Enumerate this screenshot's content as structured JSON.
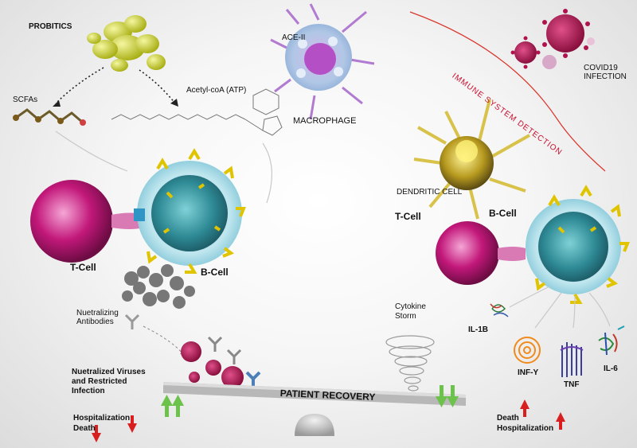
{
  "labels": {
    "probiotics": "PROBITICS",
    "scfas": "SCFAs",
    "acetyl": "Acetyl-coA (ATP)",
    "ace2": "ACE-II",
    "macrophage": "MACROPHAGE",
    "immune_detection": "IMMUNE SYSTEM DETECTION",
    "covid": "COVID19",
    "infection": "INFECTION",
    "dendritic": "DENDRITIC CELL",
    "tcell_left": "T-Cell",
    "bcell_left": "B-Cell",
    "tcell_right": "T-Cell",
    "bcell_right": "B-Cell",
    "neutralizing_line1": "Nuetralizing",
    "neutralizing_line2": "Antibodies",
    "cytokine_line1": "Cytokine",
    "cytokine_line2": "Storm",
    "il1b": "IL-1B",
    "infy": "INF-Y",
    "tnf": "TNF",
    "il6": "IL-6",
    "neutralized_line1": "Nuetralized Viruses",
    "neutralized_line2": "and Restricted",
    "neutralized_line3": "Infection",
    "hospitalization_left": "Hospitalization",
    "death_left": "Death",
    "patient_recovery": "PATIENT RECOVERY",
    "death_right": "Death",
    "hospitalization_right": "Hospitalization"
  },
  "colors": {
    "probiotic": "#c9d42a",
    "tcell": "#c2187a",
    "bcell": "#2e8a95",
    "antibody": "#e0c400",
    "virus": "#b0124e",
    "arrow_green": "#6cc24a",
    "arrow_red": "#d81e1e",
    "detection_line": "#d9362b"
  }
}
